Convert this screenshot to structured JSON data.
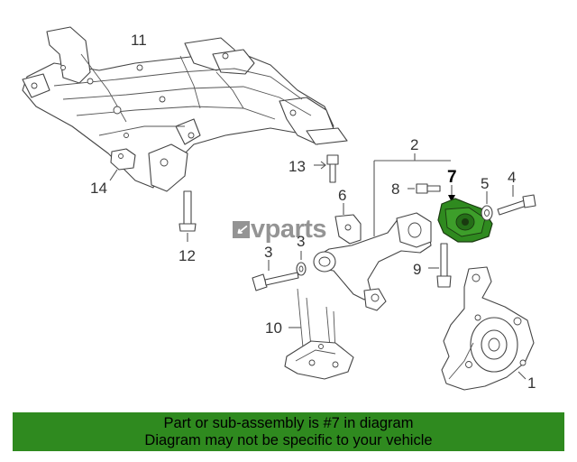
{
  "callouts": {
    "c1": "1",
    "c2": "2",
    "c3": "3",
    "c4": "4",
    "c5": "5",
    "c6": "6",
    "c7": "7",
    "c8": "8",
    "c9": "9",
    "c10": "10",
    "c11": "11",
    "c12": "12",
    "c13": "13",
    "c14": "14",
    "c3b": "3"
  },
  "highlighted_part": "7",
  "highlight_color": "#2f8a1f",
  "watermark": {
    "brand": "vparts",
    "mark": "↙"
  },
  "banner": {
    "line1": "Part or sub-assembly is #7 in diagram",
    "line2": "Diagram may not be specific to your vehicle",
    "background": "#2f8a1f"
  }
}
